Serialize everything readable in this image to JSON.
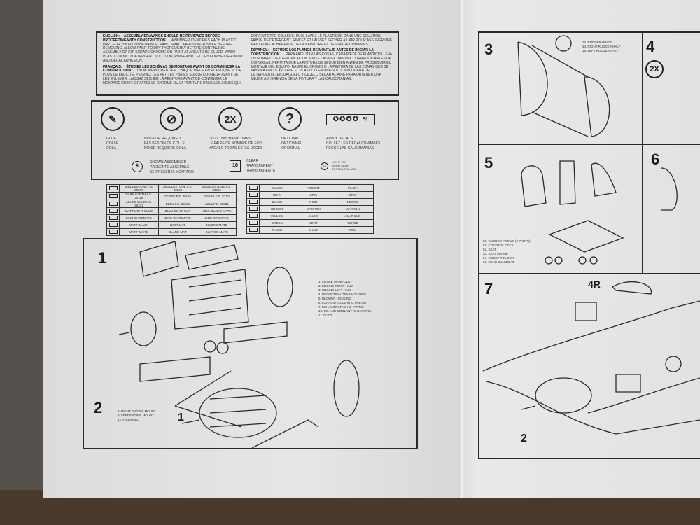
{
  "instructions": {
    "english_head": "ENGLISH:",
    "english_title": "ASSEMBLY DRAWINGS SHOULD BE REVIEWED BEFORE PROCEEDING WITH CONSTRUCTION.",
    "english_body": "A NUMBER IDENTIFIES EACH PLASTIC PART FOR YOUR CONVENIENCE. PAINT SMALL PARTS ON RUNNER BEFORE REMOVING. ALLOW PAINT TO DRY THOROUGHLY BEFORE CONTINUING ASSEMBLY OF KIT. SCRAPE CHROME OR PAINT AT AREA TO BE GLUED. WASH PLASTIC IN MILD DETERGENT SOLUTION, RINSE AND LET DRY FOR BETTER PAINT AND DECAL ADHESION.",
    "french_head": "FRANÇAIS:",
    "french_title": "ÉTUDIEZ LES SCHÉMAS DE MONTAGE AVANT DE COMMENCER LA CONSTRUCTION.",
    "french_body": "UN NUMERO IDENTIFIE CHAQUE PIÈCE EN PLASTIQUE POUR PLUS DE FACILITÉ. PEIGNEZ LES PETITES PIÈCES SUR LE COUREUR AVANT DE LES ENLEVER. LAISSEZ SÉCHER LA PEINTURE AVANT DE CONTINUER LE MONTAGE DU KIT. GRATTEZ LE CHROME OU LA PEINTURE DANS LES ZONES QUI DOIVENT ÊTRE COLLÉES. PUIS, LAVEZ LE PLASTIQUE DANS UNE SOLUTION FAIBLE DE DÉTERGENT, RINCEZ ET LAISSEZ SÉCHER À L'AIR POUR ASSURER UNE MEILLEURE ADHÉRENCE DE LA PEINTURE ET DES DÉCALCOMANIES.",
    "spanish_head": "ESPAÑOL:",
    "spanish_title": "ESTUDIE LOS PLANOS DE MONTAJE ANTES DE INICIAR LA CONSTRUCCIÓN.",
    "spanish_body": "PARA FACILITAR LAS COSAS, CADA PIEZA DE PLASTICO LLEVA UN NUMERO DE IDENTIFICACION. PINTE LAS PIECITAS DEL CORREDOR ANTES DE QUITARLAS. PERMITA QUE LA PINTURA SE SEQUE BIEN ANTES DE PROSEGUIR EL MONTAJE DEL EQUIPO. RASPE EL CROMO O LA PINTURA DE LAS ZONAS QUE SE VAYAN A ENCOLAR. LAVE EL PLASTICO EN UNA SOLUCIÓN LIGERA DE DETERGENTE, ENJUAGUELO Y DEJELO SECAR AL AIRE PARA OBTENER UNA MEJOR ADHERENCIA DE LA PINTURA Y LAS CALCOMANIAS."
  },
  "symbols": {
    "glue": [
      "GLUE",
      "COLLE",
      "COLA"
    ],
    "no_glue": [
      "NO GLUE REQUIRED",
      "PAS BESOIN DE COLLE",
      "NO SE REQUIERE COLA"
    ],
    "times_icon": "2X",
    "times": [
      "DO IT THIS MANY TIMES",
      "LE FAIRE CE NOMBRE DE FOIS",
      "HAGALO TODAS ESTAS VECES"
    ],
    "optional_icon": "?",
    "optional": [
      "OPTIONAL",
      "OPTIONNEL",
      "OPCIONAL"
    ],
    "decals": [
      "APPLY DECALS",
      "COLLEZ LES DÉCALCOMANIES",
      "PEGUE LAS CALCOMANIAS"
    ],
    "assembled_icon": "*",
    "assembled": [
      "SHOWN ASSEMBLED",
      "PRESENTÉ ASSEMBLÉ",
      "SE PRESENTA MONTADO"
    ],
    "clear_icon": "18",
    "clear": [
      "CLEAR",
      "TRANSPARENT",
      "TRANSPARENTE"
    ],
    "tan_icon": "24",
    "tan": [
      "LIGHT TAN",
      "BRUN CLAIR",
      "TOSTADO CLARO"
    ]
  },
  "colors_left": [
    [
      "MIDDLESTONE F.S. 30266",
      "MIDDLESTONE F.S. 30266",
      "MIDDLESTONE F.S. 30266"
    ],
    [
      "DARK EARTH F.S. 30118",
      "TERRE F.S. 30118",
      "TIERRA F.S. 30118"
    ],
    [
      "AZURE BLUE F.S. 35231",
      "BLEU F.S. 35231",
      "AZUL F.S. 35231"
    ],
    [
      "MATT LIGHT BLUE",
      "BLEU CLAIR MAT",
      "AZUL CLARO MATE"
    ],
    [
      "ZINC CHROMATE",
      "ZINC CHROMATE",
      "ZINK CROMATO"
    ],
    [
      "MATT BLACK",
      "NOIR MAT",
      "NEGRO MATE"
    ],
    [
      "MATT WHITE",
      "BLANC MAT",
      "BLANCO MATE"
    ]
  ],
  "colors_right": [
    [
      "SILVER",
      "ARGENT",
      "PLATA"
    ],
    [
      "GRAY",
      "GRIS",
      "GRIS"
    ],
    [
      "BLACK",
      "NOIR",
      "NEGRO"
    ],
    [
      "BROWN",
      "MARRON",
      "MARRON"
    ],
    [
      "YELLOW",
      "JAUNE",
      "AMARILLO"
    ],
    [
      "GREEN",
      "VERT",
      "VERDE"
    ],
    [
      "FLESH",
      "CHAIR",
      "PIEL"
    ]
  ],
  "steps": {
    "s1": "1",
    "s2": "2",
    "s3": "3",
    "s4": "4",
    "s5": "5",
    "s6": "6",
    "s7": "7",
    "s7_sub": "4R",
    "s7_bottom": "2",
    "s2_callout": "1",
    "s4_times": "2X",
    "s1_parts": [
      "1. INTAKE MANIFOLD",
      "2. ENGINE RIGHT HALF",
      "3. ENGINE LEFT HALF",
      "4. REDUCTION GEAR HOUSING",
      "5. BLOWER HOUSING",
      "6. EXHAUST COLLAR (2 PARTS)",
      "7. EXHAUST STACK (2 PARTS)",
      "10. OIL AND COOLANT RADIATORS",
      "11. DUCT"
    ],
    "s2_parts": [
      "8. RIGHT ENGINE MOUNT",
      "9. LEFT ENGINE MOUNT",
      "12. FIREWALL"
    ],
    "s3_parts": [
      "13. RUDDER HINGE",
      "14. RIGHT RUDDER HALF",
      "15. LEFT RUDDER HALF"
    ],
    "s5_parts": [
      "50. RUDDER PETALS (2 PARTS)",
      "51. CONTROL STICK",
      "52. SEAT",
      "53. SEAT FRAME",
      "54. COCKPIT FLOOR",
      "56. REAR BULKHEAD"
    ]
  }
}
